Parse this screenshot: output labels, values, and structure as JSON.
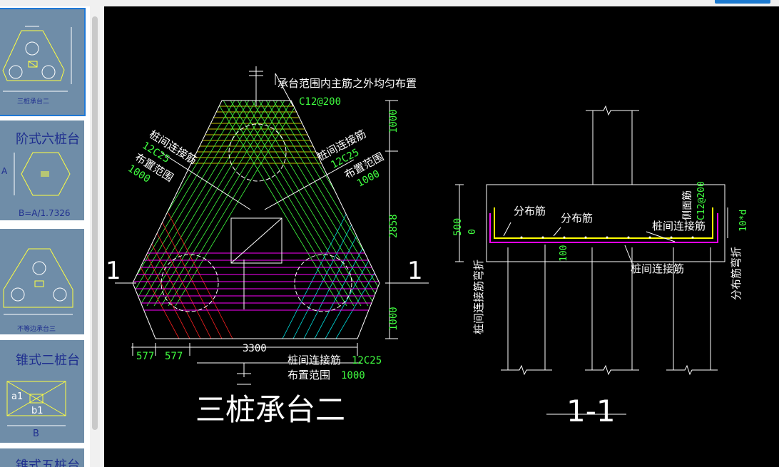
{
  "sidebar": {
    "items": [
      {
        "label": "三桩承台二",
        "selected": true
      },
      {
        "label": "阶式六桩台",
        "caption": "B=A/1.7326",
        "dim_label": "A"
      },
      {
        "label": "不等边承台三",
        "selected": false
      },
      {
        "label": "锥式二桩台",
        "dim_a": "a1",
        "dim_b": "b1",
        "dim_c": "B"
      },
      {
        "label": "锥式五桩台"
      }
    ]
  },
  "drawing": {
    "title": "三桩承台二",
    "section_title": "1-1",
    "section_mark": "1",
    "notes": {
      "top_note": "承台范围内主筋之外均匀布置",
      "top_spec": "C12@200",
      "left_label": "桩间连接筋",
      "left_spec": "12C25",
      "left_range": "布置范围",
      "left_range_val": "1000",
      "right_label": "桩间连接筋",
      "right_spec": "12C25",
      "right_range": "布置范围",
      "right_range_val": "1000",
      "bottom_label": "桩间连接筋",
      "bottom_spec": "12C25",
      "bottom_range": "布置范围",
      "bottom_range_val": "1000"
    },
    "dims": {
      "right_top": "1000",
      "right_mid": "2858",
      "right_bot": "1000",
      "bottom_a": "577",
      "bottom_b": "577",
      "bottom_width": "3300"
    },
    "section": {
      "dist1": "分布筋",
      "dist2": "分布筋",
      "side_bar": "侧面筋",
      "side_spec": "C12@200",
      "pile_link": "桩间连接筋",
      "pile_link_bottom": "桩间连接筋",
      "height": "500",
      "zero": "0",
      "cover": "100",
      "ten_d": "10*d",
      "left_vert": "桩间连接筋弯折",
      "right_vert": "分布筋弯折"
    }
  },
  "colors": {
    "canvas_bg": "#000000",
    "white_line": "#ffffff",
    "green_text": "#00ff00",
    "yellow_bar": "#ffff00",
    "magenta_bar": "#ff00ff",
    "red_bar": "#ff2020",
    "cyan_bar": "#00e0e0",
    "selection": "#1e78d6"
  }
}
